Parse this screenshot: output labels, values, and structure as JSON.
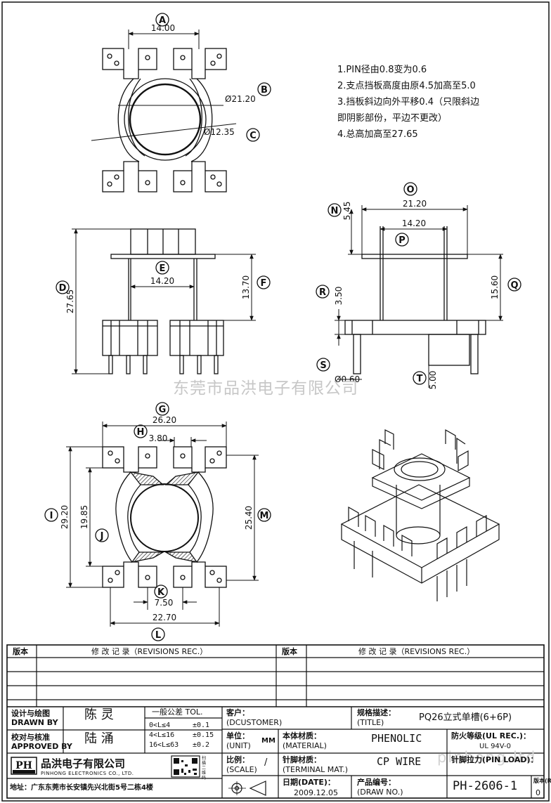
{
  "notes": [
    "1.PIN径由0.8变为0.6",
    "2.支点挡板高度由原4.5加高至5.0",
    "3.挡板斜边向外平移0.4（只限斜边",
    "即阴影部份，平边不更改）",
    "4.总高加高至27.65"
  ],
  "top_view": {
    "label_a": "A",
    "dim_a": "14.00",
    "label_b": "B",
    "dim_b": "Ø21.20",
    "label_c": "C",
    "dim_c": "Ø12.35"
  },
  "front_view": {
    "label_d": "D",
    "dim_d": "27.65",
    "label_e": "E",
    "dim_e": "14.20",
    "label_f": "F",
    "dim_f": "13.70"
  },
  "side_view": {
    "label_o": "O",
    "dim_o": "21.20",
    "label_n": "N",
    "dim_n": "5.45",
    "label_p": "P",
    "dim_p": "14.20",
    "label_q": "Q",
    "dim_q": "15.60",
    "label_r": "R",
    "dim_r": "3.50",
    "label_s": "S",
    "dim_s": "Ø0.60",
    "label_t": "T",
    "dim_t": "5.00"
  },
  "bottom_view": {
    "label_g": "G",
    "dim_g": "26.20",
    "label_h": "H",
    "dim_h": "3.80",
    "label_i": "I",
    "dim_i": "29.20",
    "label_j": "J",
    "dim_j": "19.85",
    "label_m": "M",
    "dim_m": "25.40",
    "label_k": "K",
    "dim_k": "7.50",
    "label_l": "L",
    "dim_l": "22.70"
  },
  "watermark": "东莞市品洪电子有限公司",
  "watermark_site": "pinhong.ltd",
  "revisions": {
    "ver_header": "版本",
    "rec_header": "修 改 记 录（REVISIONS REC.）"
  },
  "title_block": {
    "design_cn": "设计与绘图",
    "design_en": "DRAWN BY",
    "designer": "陈 灵",
    "approve_cn": "校对与核准",
    "approve_en": "APPROVED BY",
    "approver": "陆 涌",
    "tol_title": "一般公差 TOL.",
    "tol_rows": [
      {
        "range": "0<L≤4",
        "tol": "±0.1"
      },
      {
        "range": "4<L≤16",
        "tol": "±0.15"
      },
      {
        "range": "16<L≤63",
        "tol": "±0.2"
      }
    ],
    "customer_cn": "客户：",
    "customer_en": "(DCUSTOMER)",
    "spec_cn": "规格描述：",
    "spec_en": "(TITLE)",
    "title": "PQ26立式单槽(6+6P)",
    "unit_cn": "单位：",
    "unit_en": "(UNIT)",
    "unit": "MM",
    "material_cn": "本体材质：",
    "material_en": "(MATERIAL)",
    "material": "PHENOLIC",
    "ul_cn": "防火等级(UL REC.)：",
    "ul": "UL 94V-0",
    "scale_cn": "比例：",
    "scale_en": "(SCALE)",
    "scale": "/",
    "terminal_cn": "针脚材质：",
    "terminal_en": "(TERMINAL MAT.)",
    "terminal": "CP WIRE",
    "pinload_cn": "针脚拉力(PIN LOAD)：",
    "date_cn": "日期(DATE)：",
    "date": "2009.12.05",
    "drawno_cn": "产品编号：",
    "drawno_en": "(DRAW NO.)",
    "drawno": "PH-2606-1",
    "rev_cn": "版本(REV)：",
    "rev": "0",
    "company_cn": "品洪电子有限公司",
    "company_en": "PINHONG ELECTRONICS CO., LTD.",
    "logo_text": "PH",
    "address": "地址：广东东莞市长安镇先兴北街5号二栋4楼",
    "qr_caption": "扫描二维码"
  }
}
